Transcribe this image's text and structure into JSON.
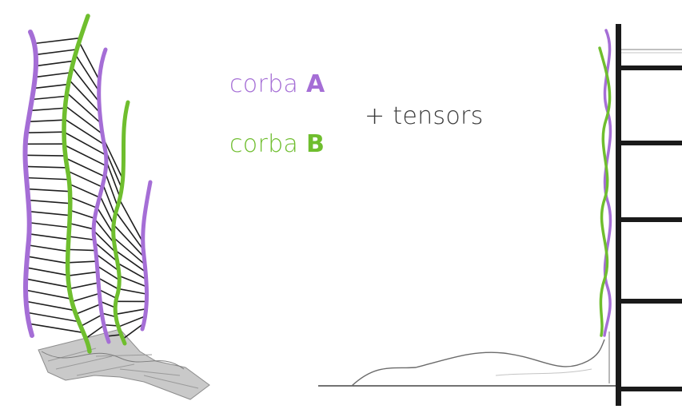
{
  "labels": {
    "curve_a_word": "corba",
    "curve_a_letter": "A",
    "curve_b_word": "corba",
    "curve_b_letter": "B",
    "tensors": "+ tensors"
  },
  "colors": {
    "curve_a": "#a56ed6",
    "curve_b": "#6fbe2e",
    "tensor": "#1f1f1f",
    "structure": "#1a1a1a",
    "ground": "#555555"
  }
}
